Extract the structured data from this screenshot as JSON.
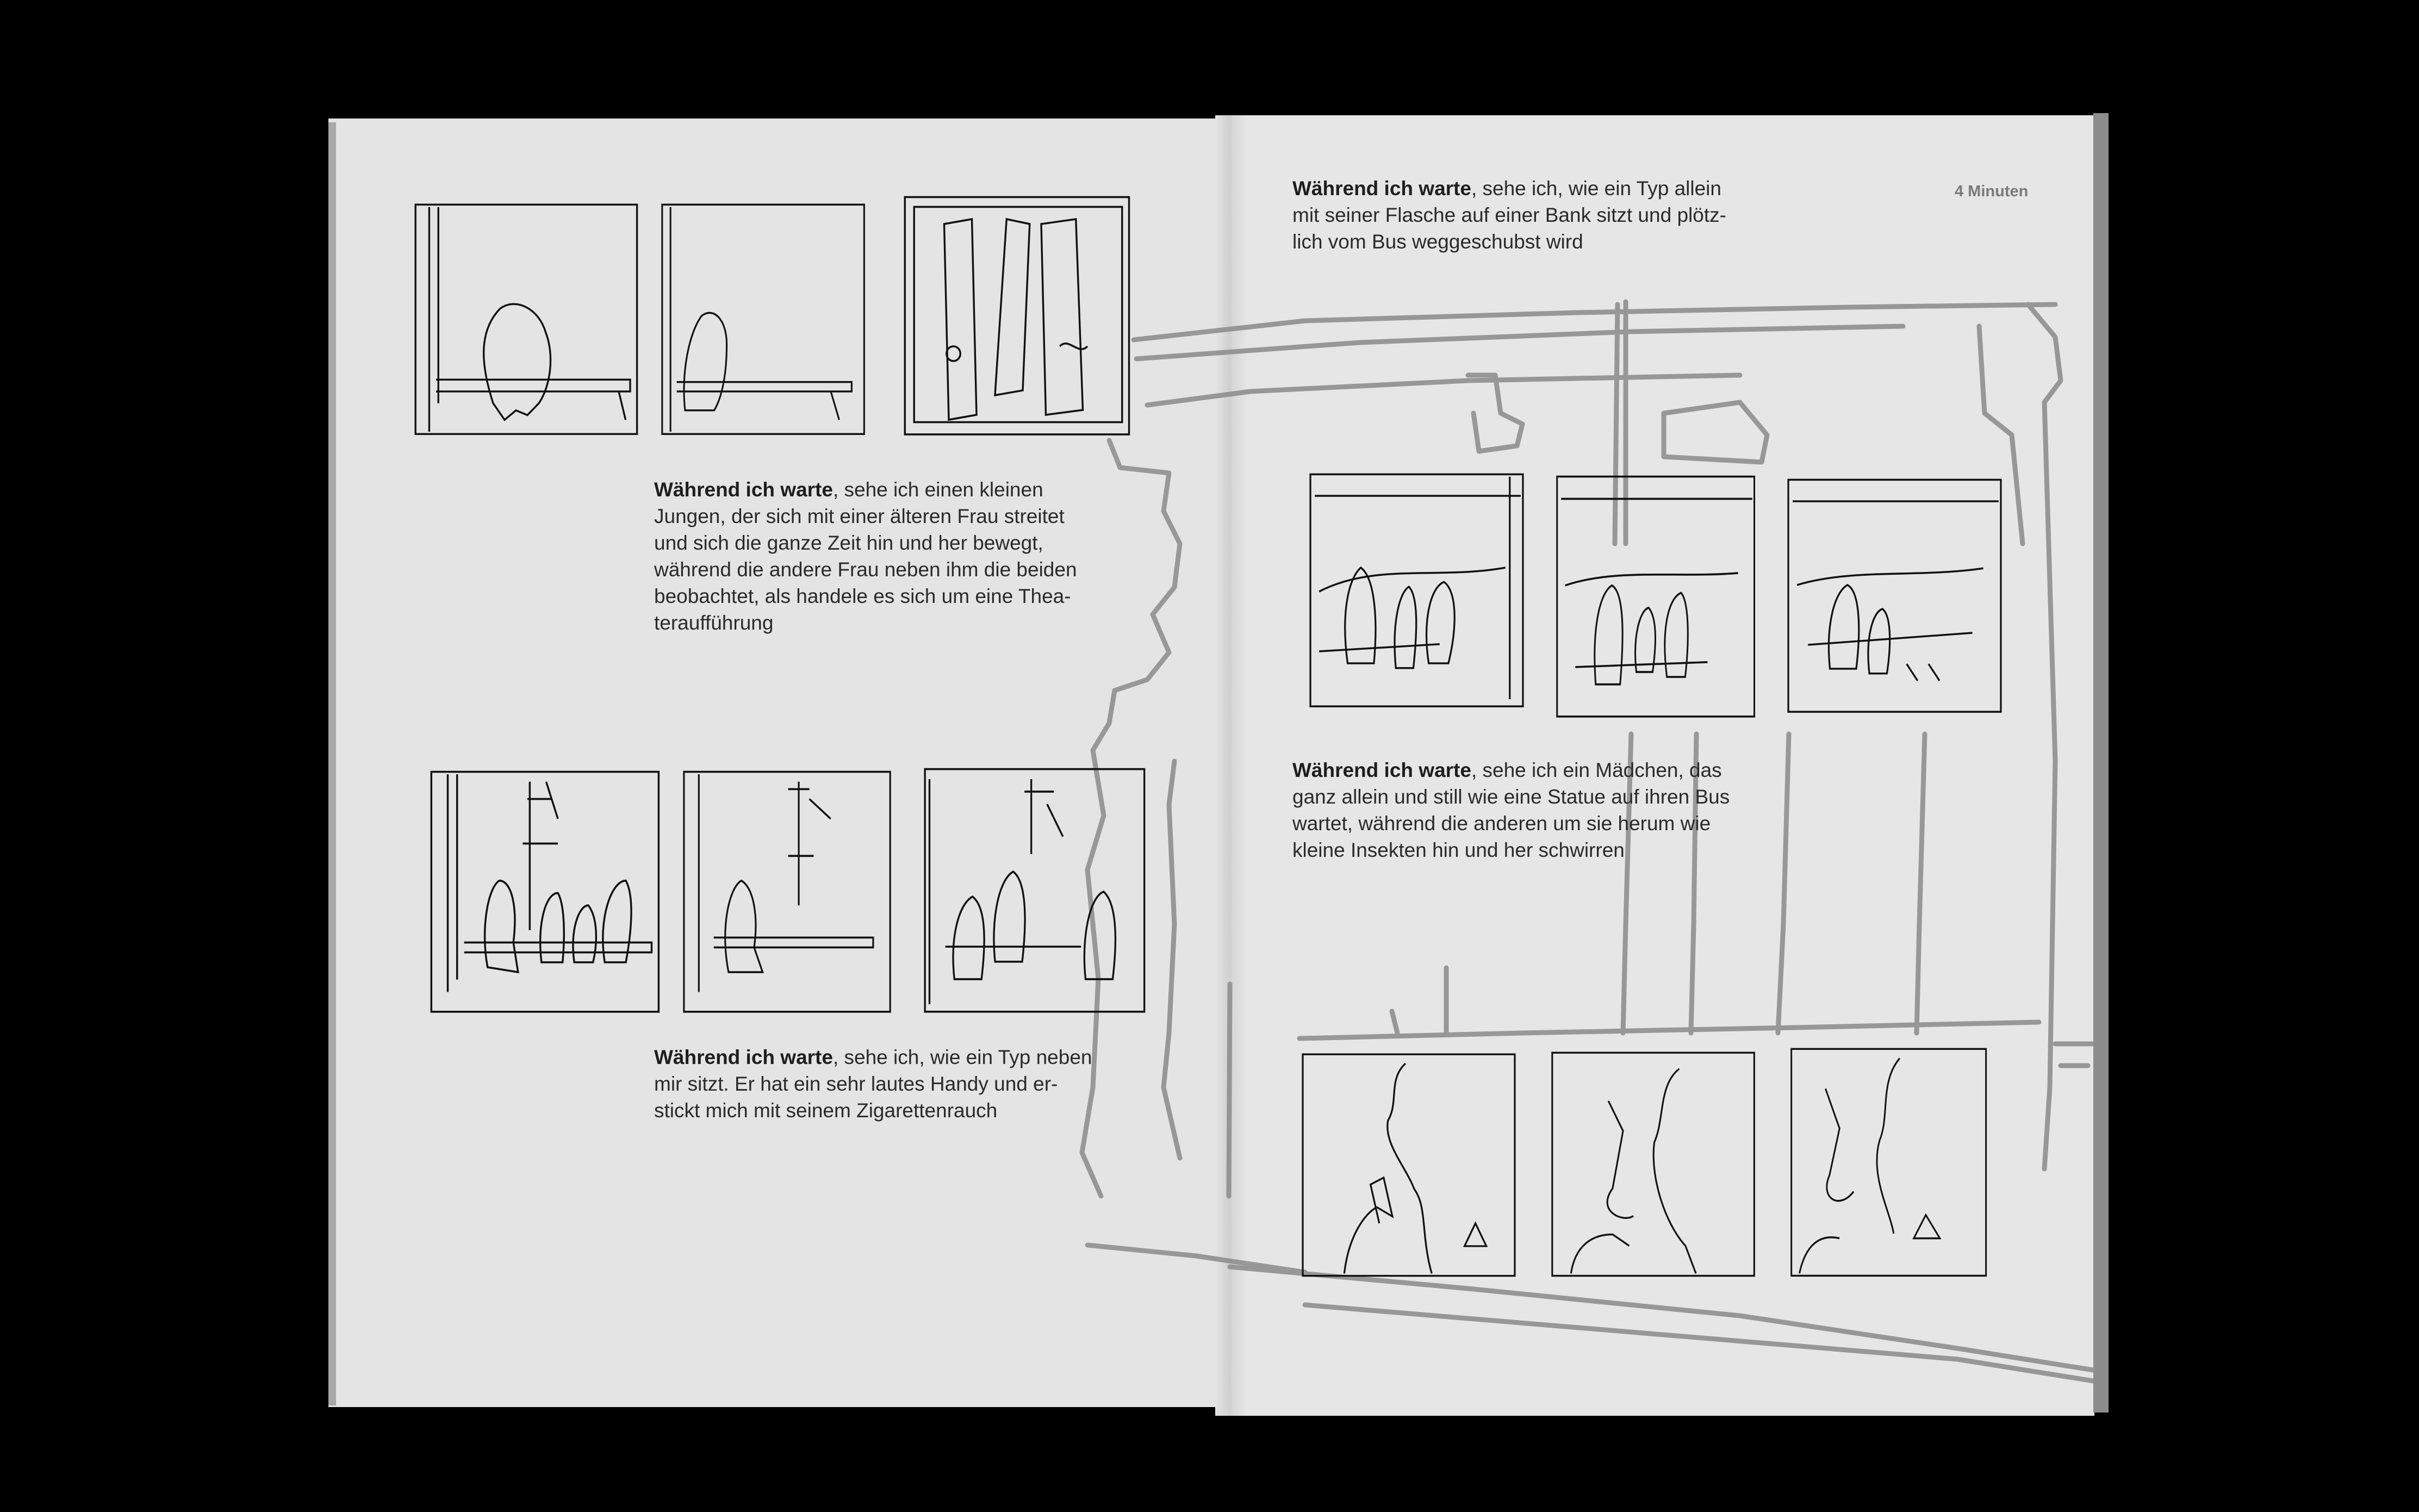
{
  "left_page": {
    "captions": [
      {
        "lead": "Während ich warte",
        "lines": [
          ", sehe ich einen kleinen",
          "Jungen, der sich mit einer älteren Frau streitet",
          "und sich die ganze Zeit hin und her bewegt,",
          "während die andere Frau neben ihm die beiden",
          "beobachtet, als handele es sich um eine Thea-",
          "teraufführung"
        ]
      },
      {
        "lead": "Während ich warte",
        "lines": [
          ", sehe ich, wie ein Typ neben",
          "mir sitzt. Er hat ein sehr lautes Handy und er-",
          "stickt mich mit seinem Zigarettenrauch"
        ]
      }
    ]
  },
  "right_page": {
    "duration": "4 Minuten",
    "captions": [
      {
        "lead": "Während ich warte",
        "lines": [
          ", sehe ich, wie ein Typ allein",
          "mit seiner Flasche auf einer Bank sitzt und plötz-",
          "lich vom Bus weggeschubst wird"
        ]
      },
      {
        "lead": "Während ich warte",
        "lines": [
          ", sehe ich ein Mädchen, das",
          "ganz allein und still wie eine Statue auf ihren Bus",
          "wartet, während die anderen um sie herum wie",
          "kleine Insekten hin und her schwirren"
        ]
      }
    ]
  },
  "colors": {
    "background": "#000000",
    "paper": "#e4e4e4",
    "ink": "#111111",
    "pencil": "#8f8f8f"
  }
}
